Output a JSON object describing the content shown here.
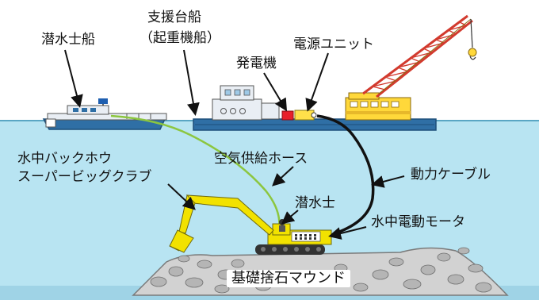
{
  "labels": {
    "diver_boat": "潜水士船",
    "support_barge": "支援台船",
    "support_barge_sub": "（起重機船）",
    "power_unit": "電源ユニット",
    "generator": "発電機",
    "underwater_backhoe": "水中バックホウ",
    "super_big_grab": "スーパービッグクラブ",
    "air_hose": "空気供給ホース",
    "power_cable": "動力ケーブル",
    "diver": "潜水士",
    "underwater_motor": "水中電動モータ",
    "rubble_mound": "基礎捨石マウンド"
  },
  "colors": {
    "sky": "#ffffff",
    "sea": "#b8e4f2",
    "sea_line": "#5aa6c4",
    "hull": "#2f6fa5",
    "hull_dark": "#1d4f7a",
    "cabin": "#e9eef4",
    "excavator": "#f2e200",
    "crane": "#ffd83a",
    "crane_boom": "#d23a2e",
    "generator": "#e8202a",
    "power_unit": "#ffe14a",
    "hose": "#8cc63f",
    "cable": "#111111",
    "mound": "#cfcfcf"
  }
}
